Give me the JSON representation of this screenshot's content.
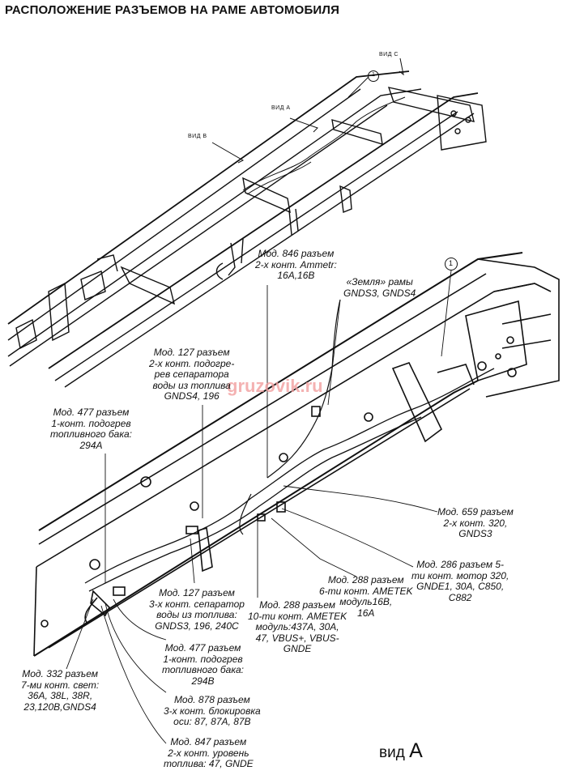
{
  "title": "РАСПОЛОЖЕНИЕ РАЗЪЕМОВ НА РАМЕ АВТОМОБИЛЯ",
  "views": {
    "vid_a": "ВИД А",
    "vid_b": "ВИД В",
    "vid_c": "ВИД С"
  },
  "marker": "1",
  "watermark": "gruzovik.ru",
  "caption": {
    "prefix": "вид",
    "letter": "A"
  },
  "labels": {
    "mod846": [
      "Мод. 846 разъем",
      "2-х конт. Ammetr:",
      "16A,16B"
    ],
    "zemlya": [
      "«Земля» рамы",
      "GNDS3, GNDS4"
    ],
    "mod127_top": [
      "Мод. 127 разъем",
      "2-х конт. подогре-",
      "рев сепаратора",
      "воды из топлива",
      "GNDS4, 196"
    ],
    "mod477_top": [
      "Мод. 477 разъем",
      "1-конт. подогрев",
      "топливного бака:",
      "294A"
    ],
    "mod659": [
      "Мод. 659 разъем",
      "2-х конт. 320,",
      "GNDS3"
    ],
    "mod286": [
      "Мод. 286 разъем 5-",
      "ти конт. мотор 320,",
      "GNDE1, 30A, C850,",
      "C882"
    ],
    "mod288_6": [
      "Мод. 288 разъем",
      "6-ти конт. AMETEK",
      "модуль16B,",
      "16A"
    ],
    "mod127_bot": [
      "Мод. 127 разъем",
      "3-х конт. сепаратор",
      "воды из топлива:",
      "GNDS3, 196, 240C"
    ],
    "mod288_10": [
      "Мод. 288 разъем",
      "10-ти конт. AMETEK",
      "модуль:437A, 30A,",
      "47, VBUS+, VBUS-",
      "GNDE"
    ],
    "mod477_bot": [
      "Мод. 477 разъем",
      "1-конт. подогрев",
      "топливного бака:",
      "294B"
    ],
    "mod332": [
      "Мод. 332 разъем",
      "7-ми конт. свет:",
      "36A, 38L, 38R,",
      "23,120B,GNDS4"
    ],
    "mod878": [
      "Мод. 878 разъем",
      "3-х конт. блокировка",
      "оси: 87, 87A, 87B"
    ],
    "mod847": [
      "Мод. 847 разъем",
      "2-х конт. уровень",
      "топлива: 47, GNDE"
    ]
  }
}
